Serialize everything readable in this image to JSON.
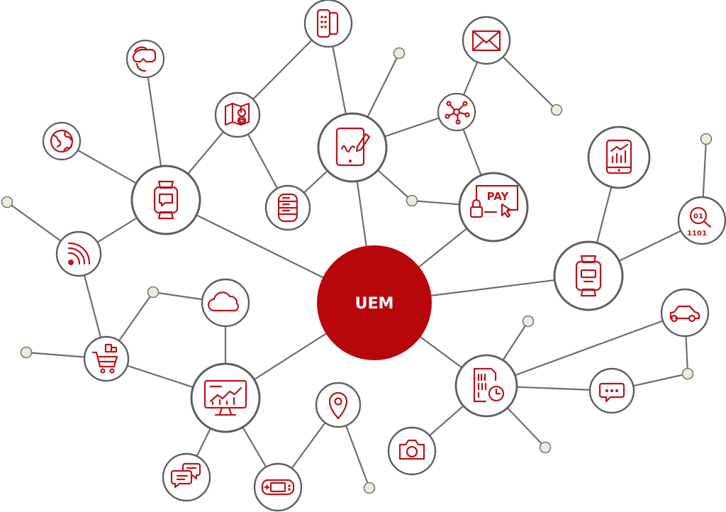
{
  "diagram": {
    "center_label": "UEM",
    "pay_label": "PAY",
    "binary_top": "01",
    "binary_bottom": "1101",
    "colors": {
      "accent": "#b8151b",
      "line": "#6e6e6e",
      "ring": "#5f5f5f",
      "dot": "#ececde"
    },
    "icons": [
      "remote-icon",
      "vr-headset-icon",
      "map-icon",
      "globe-icon",
      "tablet-signature-icon",
      "envelope-icon",
      "network-icon",
      "smartwatch-chat-icon",
      "database-icon",
      "pay-terminal-icon",
      "tablet-chart-icon",
      "binary-search-icon",
      "rss-icon",
      "smartwatch-icon",
      "cloud-icon",
      "car-icon",
      "shopping-cart-icon",
      "monitor-chart-icon",
      "location-pin-icon",
      "data-clock-icon",
      "chat-bubble-icon",
      "camera-icon",
      "chat-messages-icon",
      "gamepad-icon"
    ]
  }
}
